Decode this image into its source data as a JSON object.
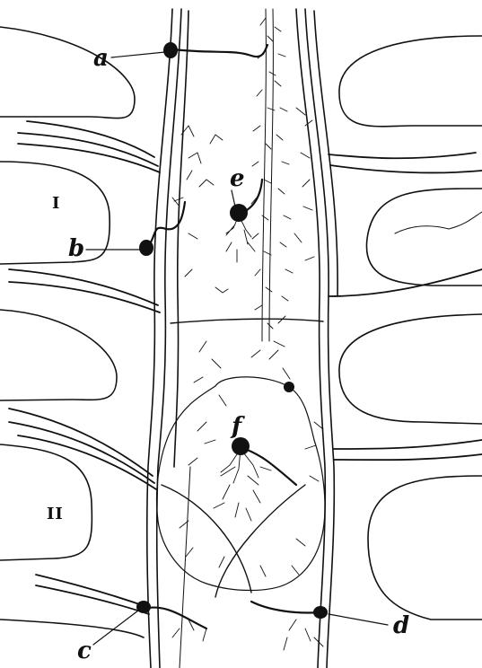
{
  "figure": {
    "ink_color": "#111111",
    "paper_color": "#ffffff",
    "segment_labels": [
      "I",
      "II"
    ],
    "neuron_labels": [
      "a",
      "b",
      "c",
      "d",
      "e",
      "f"
    ]
  }
}
